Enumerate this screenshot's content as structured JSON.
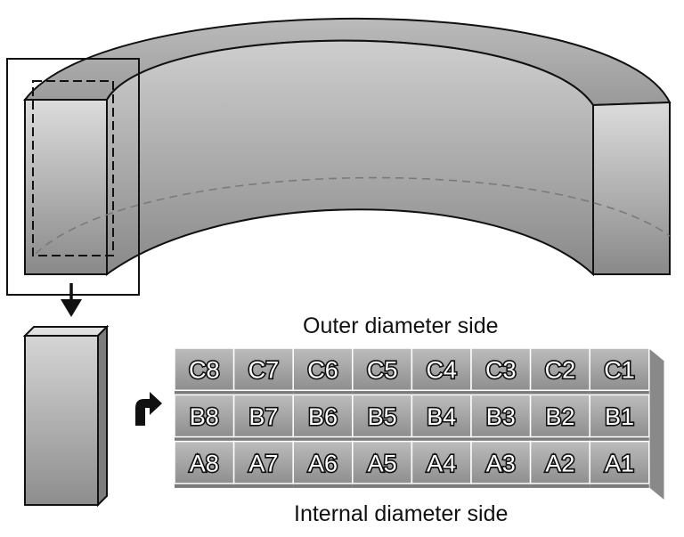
{
  "labels": {
    "outer": "Outer diameter side",
    "inner": "Internal diameter side"
  },
  "grid": {
    "rows": [
      [
        "C8",
        "C7",
        "C6",
        "C5",
        "C4",
        "C3",
        "C2",
        "C1"
      ],
      [
        "B8",
        "B7",
        "B6",
        "B5",
        "B4",
        "B3",
        "B2",
        "B1"
      ],
      [
        "A8",
        "A7",
        "A6",
        "A5",
        "A4",
        "A3",
        "A2",
        "A1"
      ]
    ]
  },
  "colors": {
    "ring_dark": "#8c8b8c",
    "ring_light": "#dcdbdc",
    "cell_light": "#b9b8b9",
    "cell_dark": "#8f8e8f",
    "outline": "#111111"
  },
  "icons": [
    "down-arrow-icon",
    "turn-arrow-icon"
  ]
}
